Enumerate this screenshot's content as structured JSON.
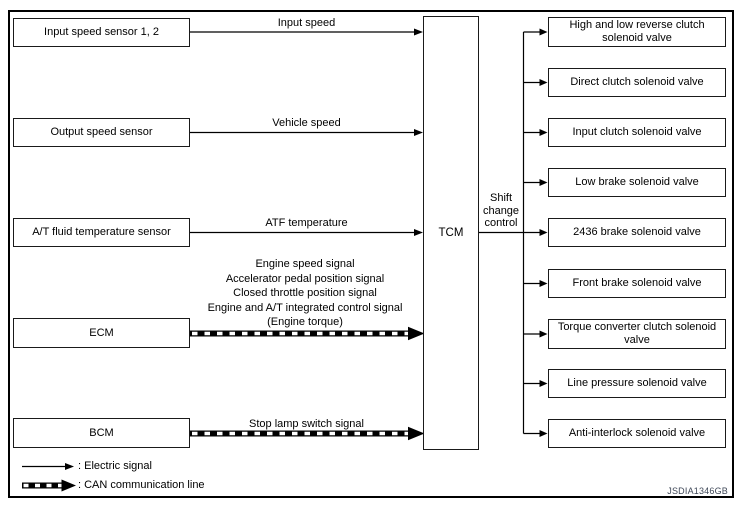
{
  "tcm": {
    "label": "TCM"
  },
  "shift_control": {
    "line1": "Shift",
    "line2": "change",
    "line3": "control"
  },
  "inputs": [
    {
      "label": "Input speed sensor 1, 2",
      "signal": "Input speed",
      "line_type": "electric"
    },
    {
      "label": "Output speed sensor",
      "signal": "Vehicle speed",
      "line_type": "electric"
    },
    {
      "label": "A/T fluid temperature sensor",
      "signal": "ATF temperature",
      "line_type": "electric"
    },
    {
      "label": "ECM",
      "signals": [
        "Engine speed signal",
        "Accelerator pedal position signal",
        "Closed throttle position signal",
        "Engine and A/T integrated control signal",
        "(Engine torque)"
      ],
      "line_type": "can"
    },
    {
      "label": "BCM",
      "signal": "Stop lamp switch signal",
      "line_type": "can"
    }
  ],
  "outputs": [
    "High and low reverse clutch solenoid valve",
    "Direct clutch solenoid valve",
    "Input clutch solenoid valve",
    "Low brake solenoid valve",
    "2436 brake solenoid valve",
    "Front brake solenoid valve",
    "Torque converter clutch solenoid valve",
    "Line pressure solenoid valve",
    "Anti-interlock solenoid valve"
  ],
  "legend": {
    "electric_symbol": "thin-solid-arrow",
    "electric_label": ": Electric signal",
    "can_symbol": "thick-dashed-arrow",
    "can_label": ": CAN communication line"
  },
  "figure_id": "JSDIA1346GB",
  "colors": {
    "line": "#000000",
    "text": "#000000",
    "box_border": "#1a1a1a",
    "background": "#ffffff",
    "figure_id_text": "#3e4757"
  }
}
